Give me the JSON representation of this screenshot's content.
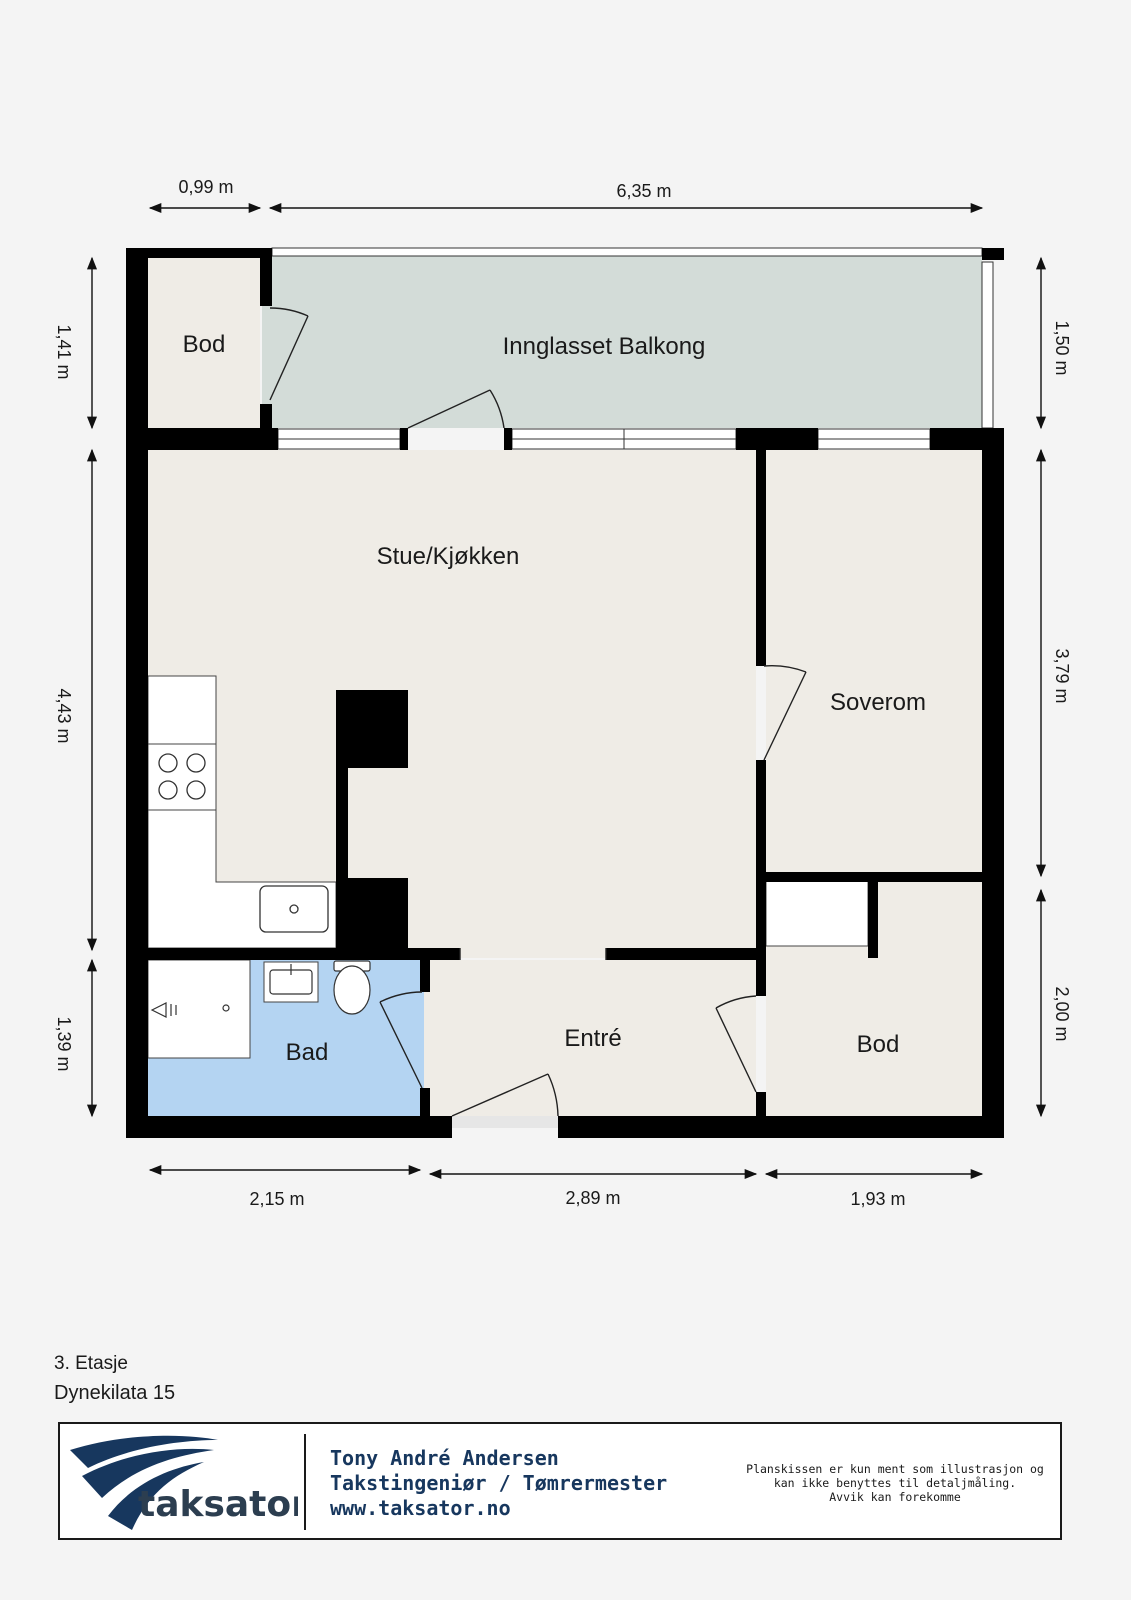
{
  "rooms": {
    "bod_top": "Bod",
    "balkong": "Innglasset Balkong",
    "stue": "Stue/Kjøkken",
    "soverom": "Soverom",
    "bad": "Bad",
    "entre": "Entré",
    "bod_bottom": "Bod"
  },
  "dimensions": {
    "top_left": "0,99 m",
    "top_main": "6,35 m",
    "left_top": "1,41 m",
    "left_middle": "4,43 m",
    "left_bottom": "1,39 m",
    "right_top": "1,50 m",
    "right_middle": "3,79 m",
    "right_bottom": "2,00 m",
    "bottom_left": "2,15 m",
    "bottom_middle": "2,89 m",
    "bottom_right": "1,93 m"
  },
  "floor": "3. Etasje",
  "address": "Dynekilata 15",
  "footer": {
    "brand": "taksator",
    "name": "Tony André Andersen",
    "title": "Takstingeniør / Tømrermester",
    "website": "www.taksator.no",
    "disclaimer_1": "Planskissen er kun ment som illustrasjon og",
    "disclaimer_2": "kan ikke benyttes til detaljmåling.",
    "disclaimer_3": "Avvik kan forekomme"
  },
  "colors": {
    "wall": "#000000",
    "floor": "#efece6",
    "balcony": "#d3dcd8",
    "bathroom": "#b4d4f2",
    "brand": "#17375e"
  }
}
